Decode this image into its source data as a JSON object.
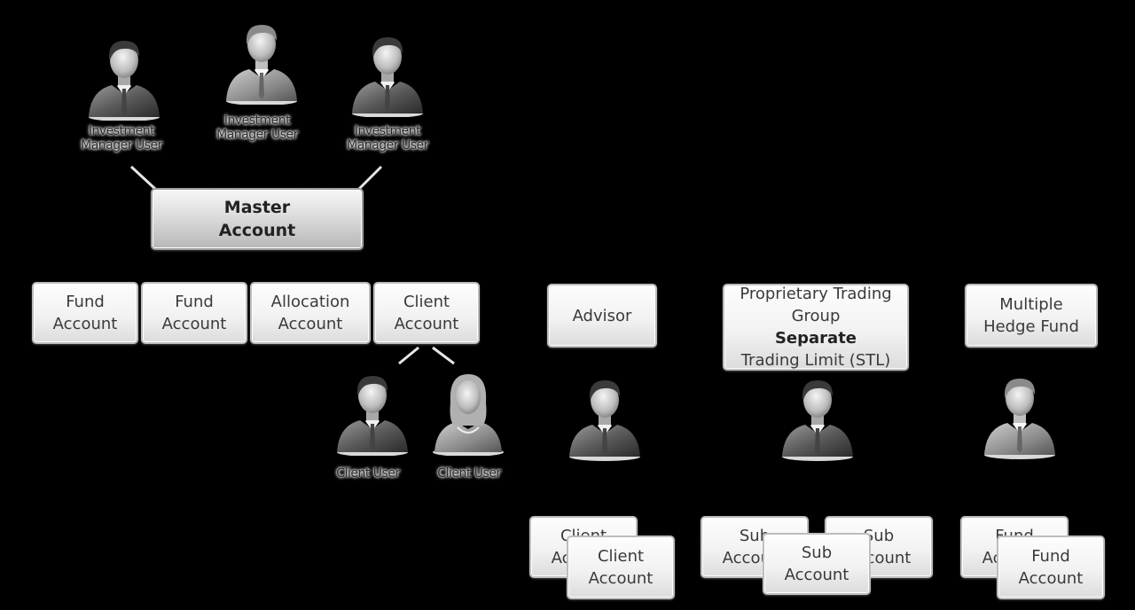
{
  "master": {
    "users": [
      {
        "label_line1": "Investment",
        "label_line2": "Manager User"
      },
      {
        "label_line1": "Investment",
        "label_line2": "Manager User"
      },
      {
        "label_line1": "Investment",
        "label_line2": "Manager User"
      }
    ],
    "account": {
      "line1": "Master",
      "line2": "Account"
    },
    "sub_accounts": [
      {
        "line1": "Fund",
        "line2": "Account"
      },
      {
        "line1": "Fund",
        "line2": "Account"
      },
      {
        "line1": "Allocation",
        "line2": "Account"
      },
      {
        "line1": "Client",
        "line2": "Account"
      }
    ],
    "client_users": [
      "Client User",
      "Client User"
    ]
  },
  "advisor": {
    "title": "Advisor",
    "accounts": [
      {
        "line1": "Client",
        "line2": "Account"
      },
      {
        "line1": "Client",
        "line2": "Account"
      }
    ]
  },
  "prop_trading": {
    "line1": "Proprietary Trading",
    "line2_normal": "Group ",
    "line2_bold": "Separate",
    "line3": "Trading Limit (STL)",
    "accounts": [
      {
        "line1": "Sub",
        "line2": "Account"
      },
      {
        "line1": "Sub",
        "line2": "Account"
      },
      {
        "line1": "Sub",
        "line2": "Account"
      }
    ]
  },
  "hedge_fund": {
    "line1": "Multiple",
    "line2": "Hedge Fund",
    "accounts": [
      {
        "line1": "Fund",
        "line2": "Account"
      },
      {
        "line1": "Fund",
        "line2": "Account"
      }
    ]
  }
}
